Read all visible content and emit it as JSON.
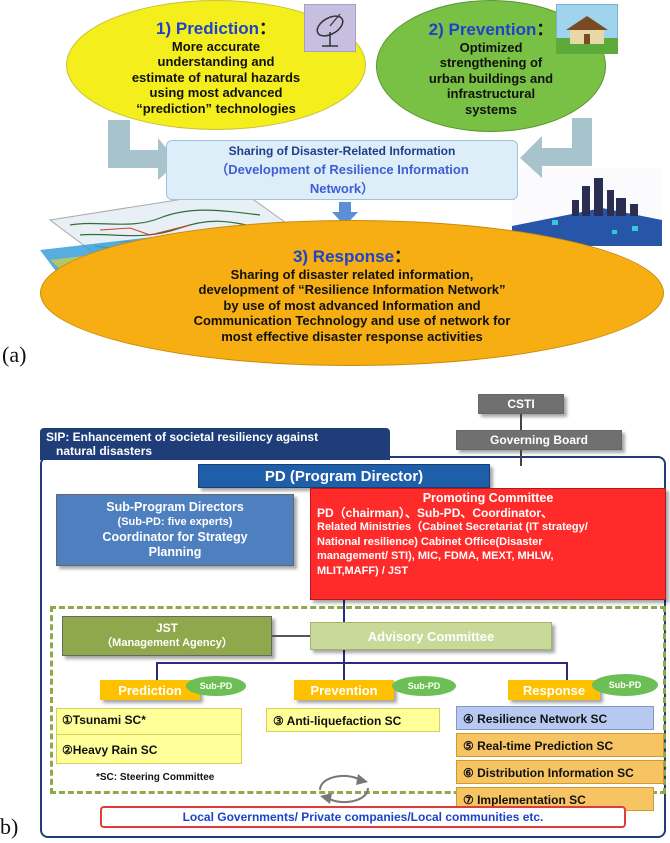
{
  "panel_a": {
    "label": "(a)",
    "prediction": {
      "title": "1) Prediction",
      "colon": "：",
      "body": [
        "More accurate",
        "understanding and",
        "estimate of natural hazards",
        "using most advanced",
        "“prediction” technologies"
      ]
    },
    "prevention": {
      "title": "2) Prevention",
      "colon": "：",
      "body": [
        "Optimized",
        "strengthening of",
        "urban buildings and",
        "infrastructural",
        "systems"
      ]
    },
    "sharing": {
      "line1": "Sharing of Disaster-Related Information",
      "line2": "（Development of Resilience Information",
      "line3": "Network）"
    },
    "response": {
      "title": "3) Response",
      "colon": "：",
      "body": [
        "Sharing of disaster related information,",
        "development of “Resilience Information Network”",
        "by use of most advanced Information and",
        "Communication Technology and use of network for",
        "most effective disaster response activities"
      ]
    }
  },
  "panel_b": {
    "label": "b)",
    "csti": "CSTI",
    "governing_board": "Governing Board",
    "sip_title": [
      "SIP: Enhancement of societal resiliency against",
      "natural disasters"
    ],
    "pd": "PD (Program Director)",
    "sub_program": [
      "Sub-Program Directors",
      "(Sub-PD: five experts)",
      "Coordinator for Strategy",
      "Planning"
    ],
    "promoting": {
      "title": "Promoting Committee",
      "lines": [
        "PD（chairman）、Sub-PD、Coordinator、",
        "Related Ministries（Cabinet Secretariat (IT strategy/",
        "National resilience) Cabinet Office(Disaster",
        "management/ STI), MIC, FDMA, MEXT, MHLW,",
        "MLIT,MAFF) / JST"
      ]
    },
    "jst": [
      "JST",
      "（Management Agency）"
    ],
    "advisory": "Advisory Committee",
    "groups": {
      "prediction": "Prediction",
      "prevention": "Prevention",
      "response": "Response",
      "sub_pd": "Sub-PD"
    },
    "prediction_sc": [
      "①Tsunami SC*",
      "②Heavy Rain SC"
    ],
    "prevention_sc": [
      "③ Anti-liquefaction SC"
    ],
    "response_sc": [
      "④ Resilience Network SC",
      "⑤ Real-time Prediction SC",
      "⑥ Distribution Information SC",
      "⑦ Implementation  SC"
    ],
    "footnote": "*SC: Steering Committee",
    "local": "Local Governments/ Private companies/Local communities etc."
  },
  "colors": {
    "yellow": "#f4ee1c",
    "green": "#79c144",
    "orange": "#f6ae12",
    "red": "#ff2b2b",
    "navy": "#1f3e79",
    "blue_box": "#1f5ea8",
    "olive": "#8fa84b"
  }
}
